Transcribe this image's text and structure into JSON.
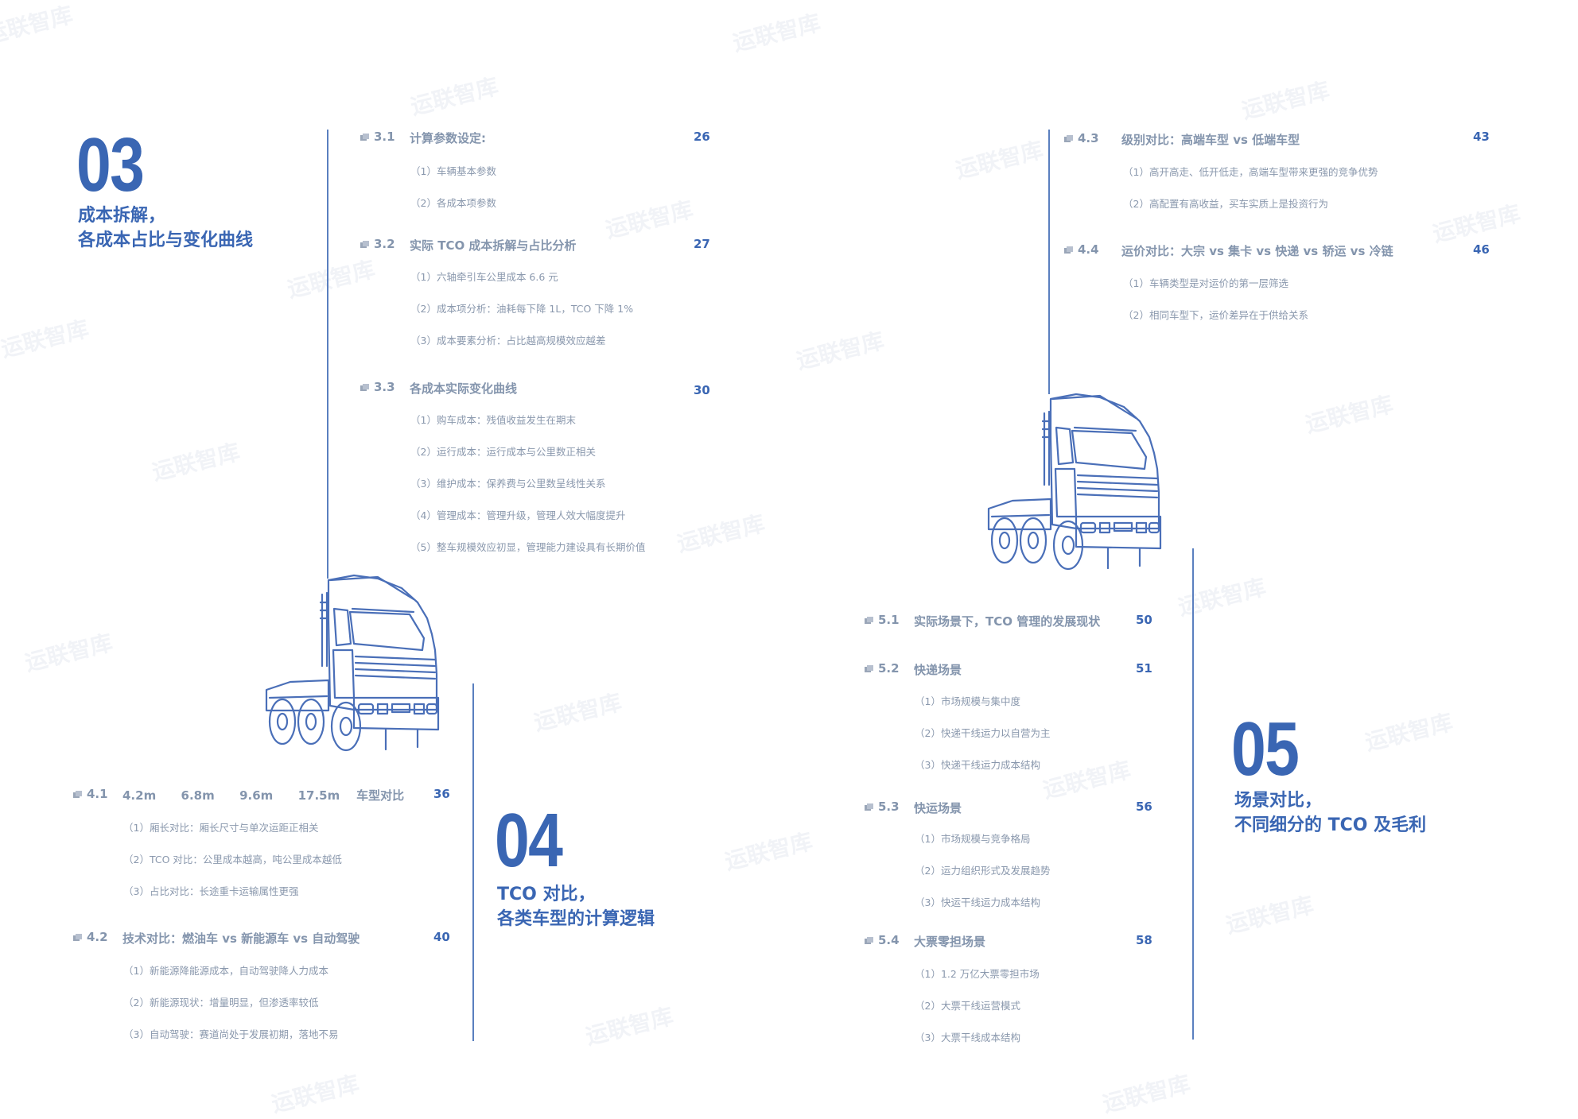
{
  "watermark": "运联智库",
  "chapters": [
    {
      "id": "03",
      "number": "03",
      "title_line1": "成本拆解，",
      "title_line2": "各成本占比与变化曲线"
    },
    {
      "id": "04",
      "number": "04",
      "title_line1": "TCO 对比，",
      "title_line2": "各类车型的计算逻辑"
    },
    {
      "id": "05",
      "number": "05",
      "title_line1": "场景对比，",
      "title_line2": "不同细分的 TCO 及毛利"
    }
  ],
  "sections": {
    "s31": {
      "num": "3.1",
      "title": "计算参数设定:",
      "page": "26",
      "items": [
        "（1）车辆基本参数",
        "（2）各成本项参数"
      ]
    },
    "s32": {
      "num": "3.2",
      "title": "实际 TCO 成本拆解与占比分析",
      "page": "27",
      "items": [
        "（1）六轴牵引车公里成本 6.6 元",
        "（2）成本项分析：油耗每下降 1L，TCO 下降 1%",
        "（3）成本要素分析：占比越高规模效应越差"
      ]
    },
    "s33": {
      "num": "3.3",
      "title": "各成本实际变化曲线",
      "page": "30",
      "items": [
        "（1）购车成本：残值收益发生在期末",
        "（2）运行成本：运行成本与公里数正相关",
        "（3）维护成本：保养费与公里数呈线性关系",
        "（4）管理成本：管理升级，管理人效大幅度提升",
        "（5）整车规模效应初显，管理能力建设具有长期价值"
      ]
    },
    "s41": {
      "num": "4.1",
      "title": "4.2m      6.8m      9.6m      17.5m    车型对比",
      "page": "36",
      "items": [
        "（1）厢长对比：厢长尺寸与单次运距正相关",
        "（2）TCO 对比：公里成本越高，吨公里成本越低",
        "（3）占比对比：长途重卡运输属性更强"
      ]
    },
    "s42": {
      "num": "4.2",
      "title": "技术对比：燃油车 vs 新能源车 vs 自动驾驶",
      "page": "40",
      "items": [
        "（1）新能源降能源成本，自动驾驶降人力成本",
        "（2）新能源现状：增量明显，但渗透率较低",
        "（3）自动驾驶：赛道尚处于发展初期，落地不易"
      ]
    },
    "s43": {
      "num": "4.3",
      "title": "级别对比：高端车型 vs 低端车型",
      "page": "43",
      "items": [
        "（1）高开高走、低开低走，高端车型带来更强的竞争优势",
        "（2）高配置有高收益，买车实质上是投资行为"
      ]
    },
    "s44": {
      "num": "4.4",
      "title": "运价对比：大宗 vs 集卡 vs 快递 vs 轿运 vs 冷链",
      "page": "46",
      "items": [
        "（1）车辆类型是对运价的第一层筛选",
        "（2）相同车型下，运价差异在于供给关系"
      ]
    },
    "s51": {
      "num": "5.1",
      "title": "实际场景下，TCO 管理的发展现状",
      "page": "50",
      "items": []
    },
    "s52": {
      "num": "5.2",
      "title": "快递场景",
      "page": "51",
      "items": [
        "（1）市场规模与集中度",
        "（2）快递干线运力以自营为主",
        "（3）快递干线运力成本结构"
      ]
    },
    "s53": {
      "num": "5.3",
      "title": "快运场景",
      "page": "56",
      "items": [
        "（1）市场规模与竞争格局",
        "（2）运力组织形式及发展趋势",
        "（3）快运干线运力成本结构"
      ]
    },
    "s54": {
      "num": "5.4",
      "title": "大票零担场景",
      "page": "58",
      "items": [
        "（1）1.2 万亿大票零担市场",
        "（2）大票干线运营模式",
        "（3）大票干线成本结构"
      ]
    }
  },
  "colors": {
    "accent": "#3a66b3",
    "text": "#8a98ad",
    "line": "#5a7fbf"
  }
}
